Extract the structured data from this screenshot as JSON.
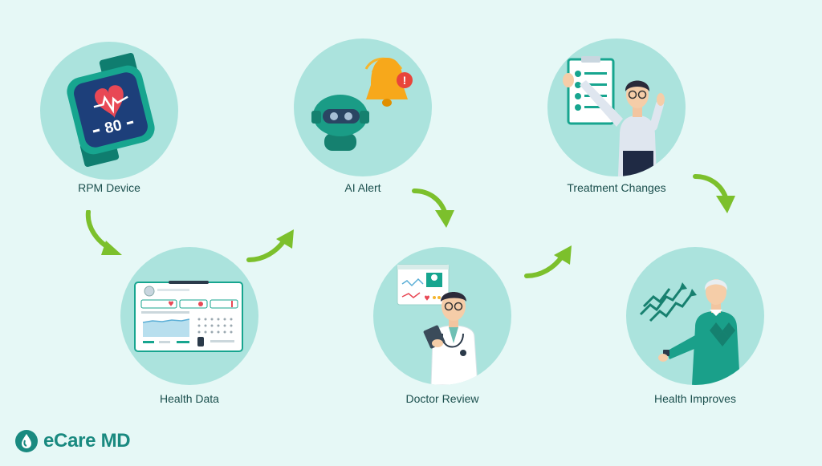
{
  "steps": [
    {
      "label": "RPM Device",
      "icon": "smartwatch-icon",
      "reading": "80"
    },
    {
      "label": "Health Data",
      "icon": "dashboard-icon"
    },
    {
      "label": "AI Alert",
      "icon": "robot-bell-icon",
      "alert_mark": "!"
    },
    {
      "label": "Doctor Review",
      "icon": "doctor-icon"
    },
    {
      "label": "Treatment Changes",
      "icon": "clipboard-man-icon"
    },
    {
      "label": "Health Improves",
      "icon": "elderly-man-trend-icon"
    }
  ],
  "brand": {
    "name_prefix": "eCare",
    "name_suffix": "MD"
  },
  "colors": {
    "background": "#e6f8f6",
    "circle": "#abe3dd",
    "accent": "#1a8a80",
    "arrow": "#7cc02c",
    "heart": "#e84855"
  }
}
